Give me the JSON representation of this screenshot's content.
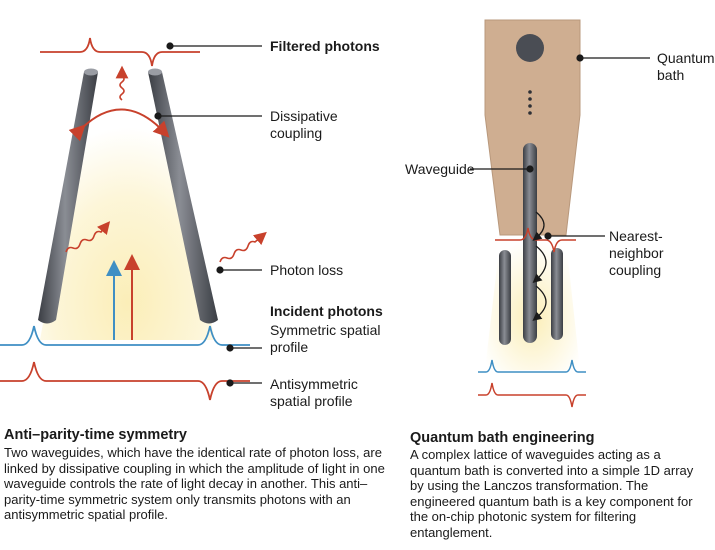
{
  "left_panel": {
    "labels": {
      "filtered_photons": "Filtered photons",
      "dissipative_coupling": "Dissipative\ncoupling",
      "photon_loss": "Photon loss",
      "incident_photons": "Incident photons",
      "symmetric_profile": "Symmetric spatial\nprofile",
      "antisymmetric_profile": "Antisymmetric\nspatial profile"
    },
    "caption": {
      "title": "Anti–parity-time symmetry",
      "body": "Two waveguides, which have the identical rate of photon loss, are linked by dissipative coupling in which the amplitude of light in one waveguide controls the rate of light decay in another. This anti–parity-time symmetric system only transmits photons with an antisymmetric spatial profile."
    }
  },
  "right_panel": {
    "labels": {
      "quantum_bath": "Quantum\nbath",
      "waveguide": "Waveguide",
      "nearest_neighbor": "Nearest-neighbor\ncoupling"
    },
    "caption": {
      "title": "Quantum bath engineering",
      "body": "A complex lattice of waveguides acting as a quantum bath is converted into a simple 1D array by using the Lanczos transformation. The engineered quantum bath is a key component for the on-chip photonic system for filtering entanglement."
    }
  },
  "colors": {
    "red": "#c8412c",
    "blue": "#3f8fc4",
    "waveguide": "#5c5f66",
    "glow": "#f7e6a3",
    "bath": "#cfae91"
  }
}
